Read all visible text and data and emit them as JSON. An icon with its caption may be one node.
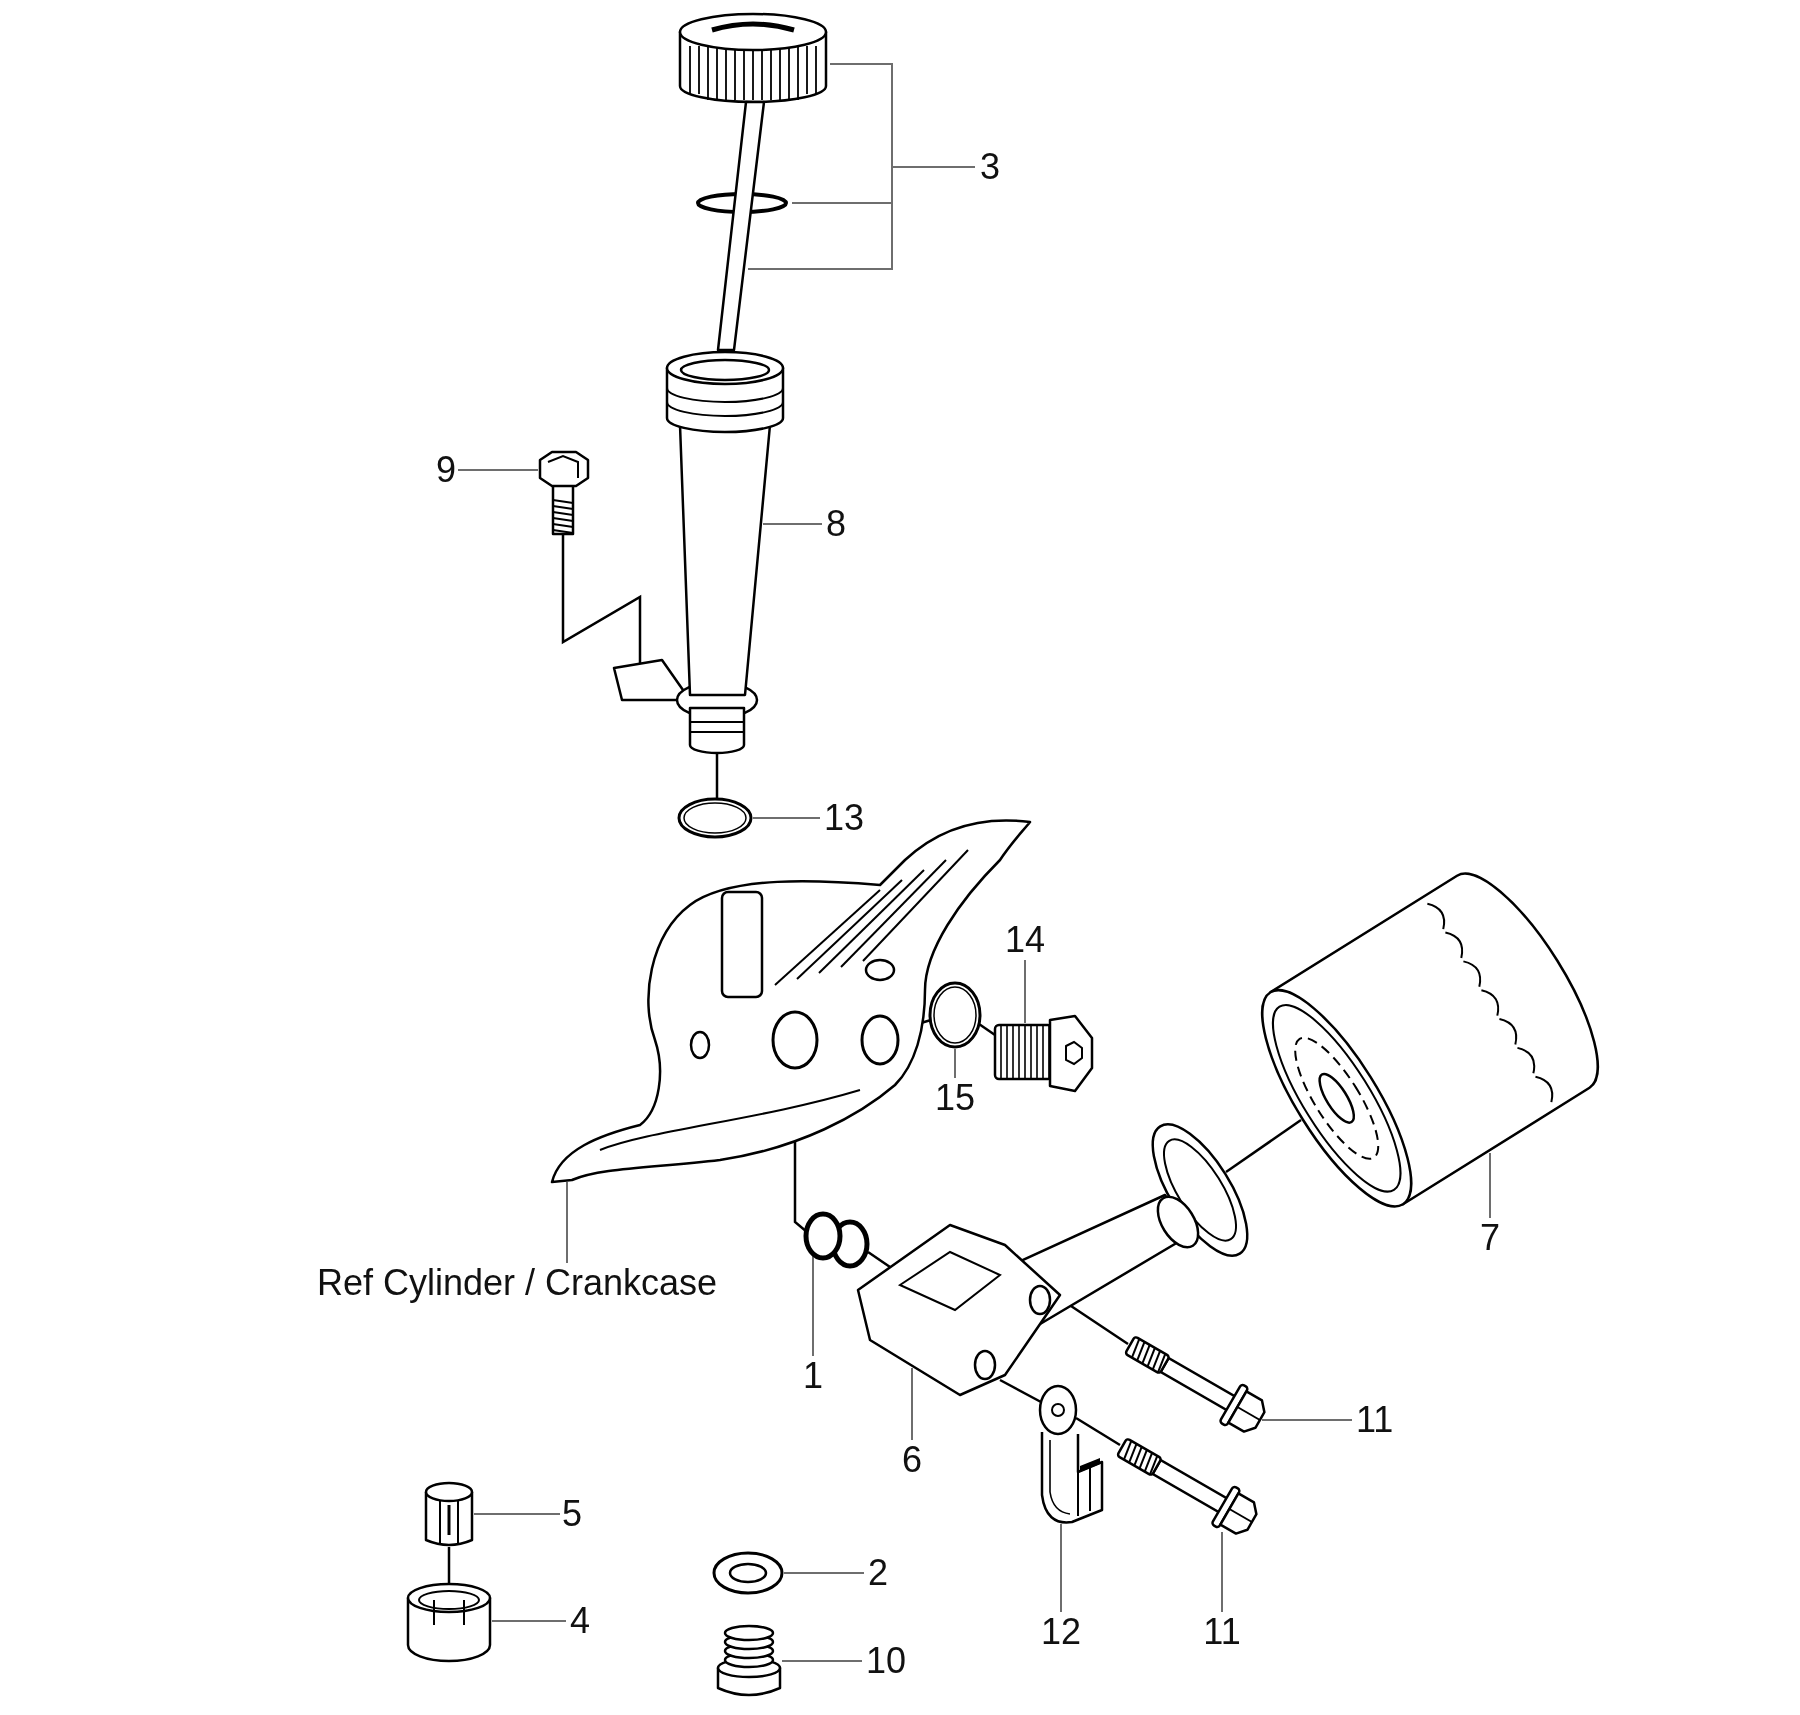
{
  "diagram": {
    "nodes": [
      {
        "text": [],
        "shape": "picture"
      },
      {
        "text": [
          "3"
        ]
      },
      {
        "text": [],
        "shape": "circle"
      },
      {
        "text": [],
        "shape": "picture"
      },
      {
        "text": [],
        "shape": "picture"
      },
      {
        "text": [
          "9"
        ]
      },
      {
        "text": [],
        "shape": "picture"
      },
      {
        "text": [
          "8"
        ]
      },
      {
        "text": [],
        "shape": "picture"
      },
      {
        "text": [
          "13"
        ]
      },
      {
        "text": [],
        "shape": "picture"
      },
      {
        "text": [
          "14"
        ]
      },
      {
        "text": [],
        "shape": "picture"
      },
      {
        "text": [],
        "shape": "picture"
      },
      {
        "text": [
          "15"
        ]
      },
      {
        "text": [],
        "shape": "picture"
      },
      {
        "text": [
          "7"
        ]
      },
      {
        "text": [
          "Ref Cylinder / Crankcase"
        ]
      },
      {
        "text": [],
        "shape": "picture"
      },
      {
        "text": [],
        "shape": "picture"
      },
      {
        "text": [
          "1"
        ]
      },
      {
        "text": [],
        "shape": "picture"
      },
      {
        "text": [
          "11"
        ]
      },
      {
        "text": [
          "6"
        ]
      },
      {
        "text": [],
        "shape": "picture"
      },
      {
        "text": [],
        "shape": "picture"
      },
      {
        "text": [
          "5"
        ]
      },
      {
        "text": [],
        "shape": "picture"
      },
      {
        "text": [],
        "shape": "picture"
      },
      {
        "text": [
          "2"
        ]
      },
      {
        "text": [],
        "shape": "picture"
      },
      {
        "text": [
          "4"
        ]
      },
      {
        "text": [],
        "shape": "picture"
      },
      {
        "text": [
          "10"
        ]
      },
      {
        "text": [
          "12"
        ]
      },
      {
        "text": [
          "11"
        ]
      }
    ],
    "edges": [
      {
        "from": 1,
        "to": 0,
        "arrow": "none"
      },
      {
        "from": 1,
        "to": 2,
        "arrow": "none"
      },
      {
        "from": 1,
        "to": 3,
        "arrow": "none"
      },
      {
        "from": 5,
        "to": 6,
        "arrow": "none"
      },
      {
        "from": 7,
        "to": 4,
        "arrow": "none"
      },
      {
        "from": 9,
        "to": 8,
        "arrow": "none"
      },
      {
        "from": 11,
        "to": 12,
        "arrow": "none"
      },
      {
        "from": 14,
        "to": 13,
        "arrow": "none"
      },
      {
        "from": 16,
        "to": 15,
        "arrow": "none"
      },
      {
        "from": 17,
        "to": 10,
        "arrow": "none"
      },
      {
        "from": 20,
        "to": 18,
        "arrow": "none"
      },
      {
        "from": 22,
        "to": 21,
        "arrow": "none"
      },
      {
        "from": 23,
        "to": 19,
        "arrow": "none"
      },
      {
        "from": 26,
        "to": 25,
        "arrow": "none"
      },
      {
        "from": 29,
        "to": 28,
        "arrow": "none"
      },
      {
        "from": 31,
        "to": 30,
        "arrow": "none"
      },
      {
        "from": 33,
        "to": 32,
        "arrow": "none"
      },
      {
        "from": 34,
        "to": 24,
        "arrow": "none"
      },
      {
        "from": 35,
        "to": 27,
        "arrow": "none"
      },
      {
        "from": 6,
        "to": 4,
        "arrow": "none",
        "color": "#000000"
      },
      {
        "from": 4,
        "to": 8,
        "arrow": "none",
        "color": "#000000"
      },
      {
        "from": 10,
        "to": 13,
        "arrow": "none",
        "color": "#000000"
      },
      {
        "from": 13,
        "to": 12,
        "arrow": "none",
        "color": "#000000"
      },
      {
        "from": 10,
        "to": 18,
        "arrow": "none",
        "color": "#000000"
      },
      {
        "from": 18,
        "to": 19,
        "arrow": "none",
        "color": "#000000"
      },
      {
        "from": 19,
        "to": 15,
        "arrow": "none",
        "color": "#000000"
      },
      {
        "from": 19,
        "to": 21,
        "arrow": "none",
        "color": "#000000"
      },
      {
        "from": 19,
        "to": 24,
        "arrow": "none",
        "color": "#000000"
      },
      {
        "from": 24,
        "to": 27,
        "arrow": "none",
        "color": "#000000"
      },
      {
        "from": 25,
        "to": 30,
        "arrow": "none",
        "color": "#000000"
      }
    ]
  }
}
